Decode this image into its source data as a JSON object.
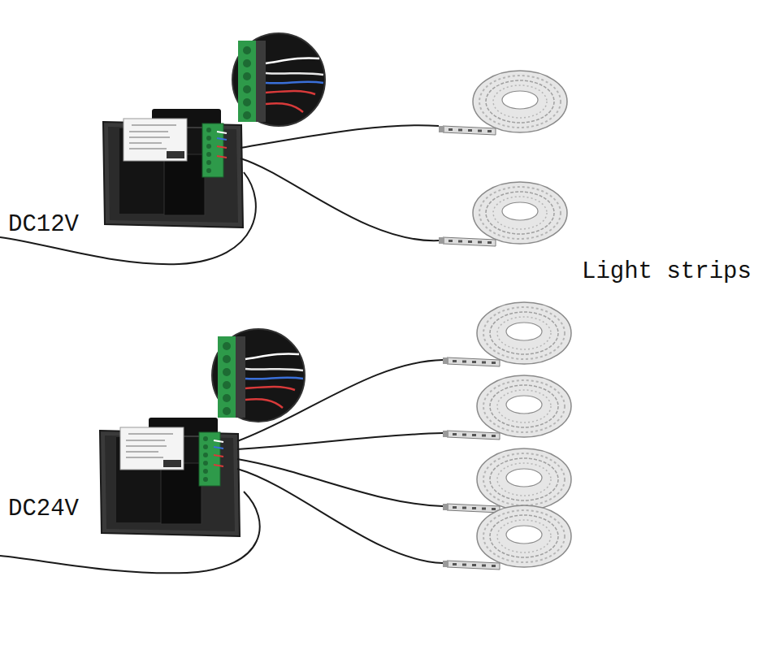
{
  "diagram": {
    "labels": [
      "DC12V",
      "Light strips",
      "DC24V"
    ]
  }
}
